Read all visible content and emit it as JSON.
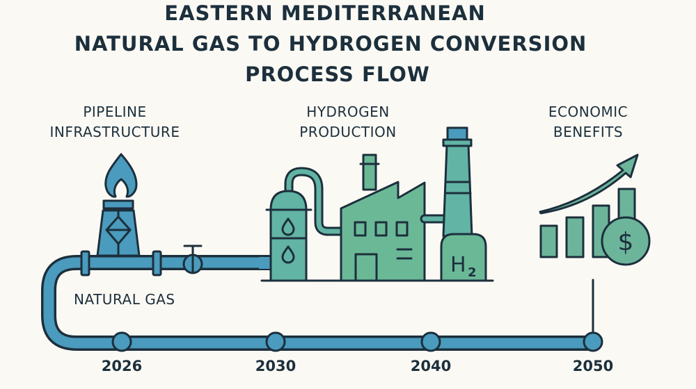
{
  "title": {
    "line1": "EASTERN MEDITERRANEAN",
    "line2": "NATURAL GAS TO HYDROGEN CONVERSION",
    "line3": "PROCESS FLOW"
  },
  "sections": {
    "pipeline": {
      "line1": "PIPELINE",
      "line2": "INFRASTRUCTURE"
    },
    "hydrogen": {
      "line1": "HYDROGEN",
      "line2": "PRODUCTION"
    },
    "economic": {
      "line1": "ECONOMIC",
      "line2": "BENEFITS"
    }
  },
  "pipe_label": "NATURAL GAS",
  "tank_label": {
    "symbol": "H",
    "subscript": "2"
  },
  "currency_symbol": "$",
  "timeline": {
    "milestones": [
      "2026",
      "2030",
      "2040",
      "2050"
    ]
  },
  "colors": {
    "background": "#fbf9f4",
    "outline": "#1c2f3c",
    "pipe_blue": "#4a9bbd",
    "plant_teal": "#62b4a4",
    "plant_green": "#6bb897",
    "economic_green": "#6cb59a"
  }
}
